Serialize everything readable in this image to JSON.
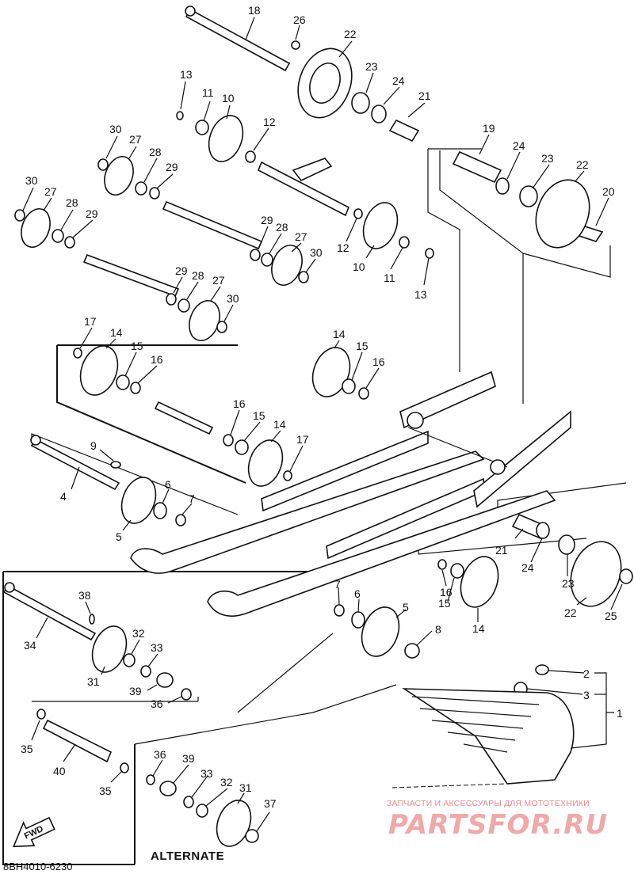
{
  "diagram_code": "8BH4010-6230",
  "alternate_label": "ALTERNATE",
  "fwd_label": "FWD",
  "watermark": {
    "subtitle": "ЗАПЧАСТИ И АКСЕССУАРЫ ДЛЯ МОТОТЕХНИКИ",
    "brand": "PARTSFOR.RU",
    "color": "#f0a8a8"
  },
  "callouts": [
    "18",
    "26",
    "22",
    "23",
    "24",
    "21",
    "13",
    "11",
    "10",
    "12",
    "30",
    "27",
    "28",
    "29",
    "30",
    "27",
    "28",
    "29",
    "19",
    "24",
    "23",
    "22",
    "20",
    "29",
    "28",
    "27",
    "30",
    "12",
    "10",
    "11",
    "13",
    "29",
    "28",
    "27",
    "30",
    "17",
    "14",
    "15",
    "16",
    "14",
    "15",
    "16",
    "16",
    "15",
    "14",
    "17",
    "9",
    "4",
    "6",
    "7",
    "5",
    "38",
    "34",
    "32",
    "33",
    "31",
    "39",
    "36",
    "35",
    "40",
    "36",
    "39",
    "33",
    "32",
    "31",
    "35",
    "37",
    "21",
    "24",
    "23",
    "22",
    "25",
    "16",
    "15",
    "14",
    "7",
    "6",
    "5",
    "8",
    "2",
    "3",
    "1"
  ]
}
